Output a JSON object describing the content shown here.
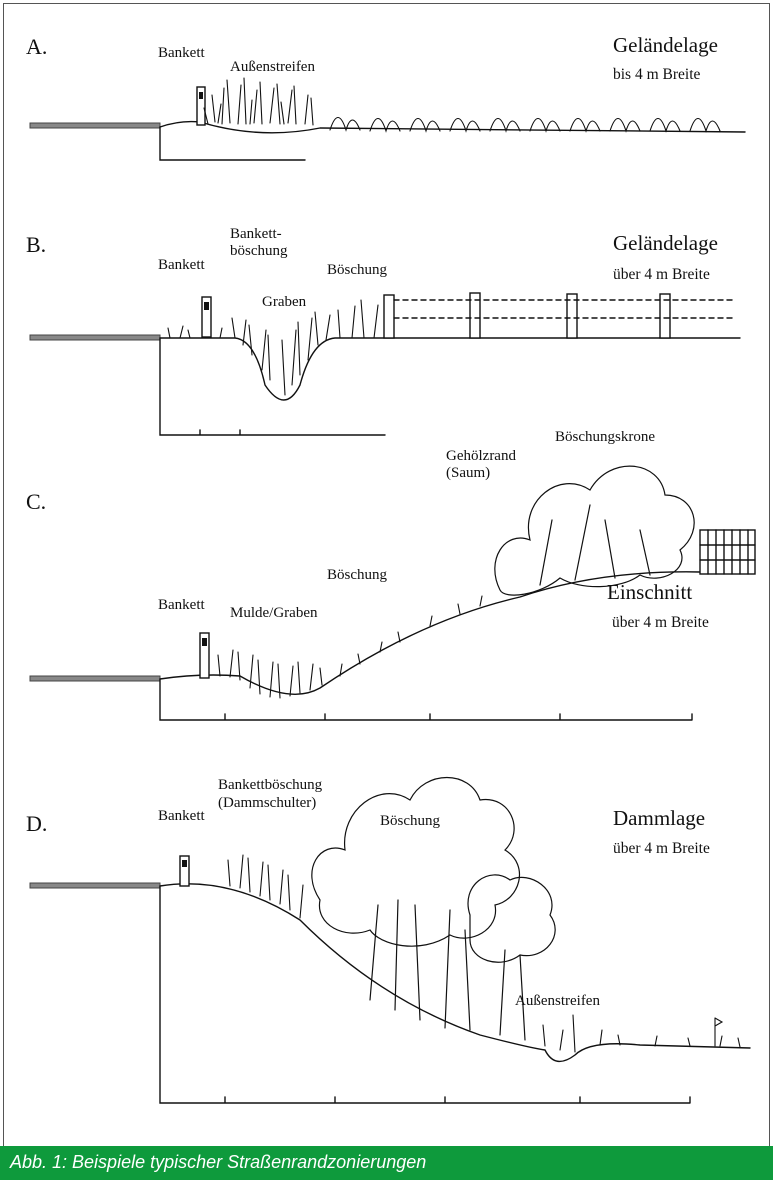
{
  "sections": [
    {
      "letter": "A.",
      "title": "Geländelage",
      "subtitle": "bis 4 m Breite",
      "labels": [
        "Bankett",
        "Außenstreifen"
      ]
    },
    {
      "letter": "B.",
      "title": "Geländelage",
      "subtitle": "über 4 m Breite",
      "labels": [
        "Bankett",
        "Bankett-",
        "böschung",
        "Graben",
        "Böschung"
      ]
    },
    {
      "letter": "C.",
      "title": "Einschnitt",
      "subtitle": "über 4 m Breite",
      "labels": [
        "Gehölzrand",
        "(Saum)",
        "Böschungskrone",
        "Böschung",
        "Bankett",
        "Mulde/Graben"
      ]
    },
    {
      "letter": "D.",
      "title": "Dammlage",
      "subtitle": "über 4 m Breite",
      "labels": [
        "Bankett",
        "Bankettböschung",
        "(Dammschulter)",
        "Böschung",
        "Außenstreifen"
      ]
    }
  ],
  "caption": "Abb. 1: Beispiele typischer Straßenrandzonierungen",
  "colors": {
    "caption_bg": "#0e9a3c",
    "caption_text": "#ffffff",
    "ink": "#111111"
  }
}
